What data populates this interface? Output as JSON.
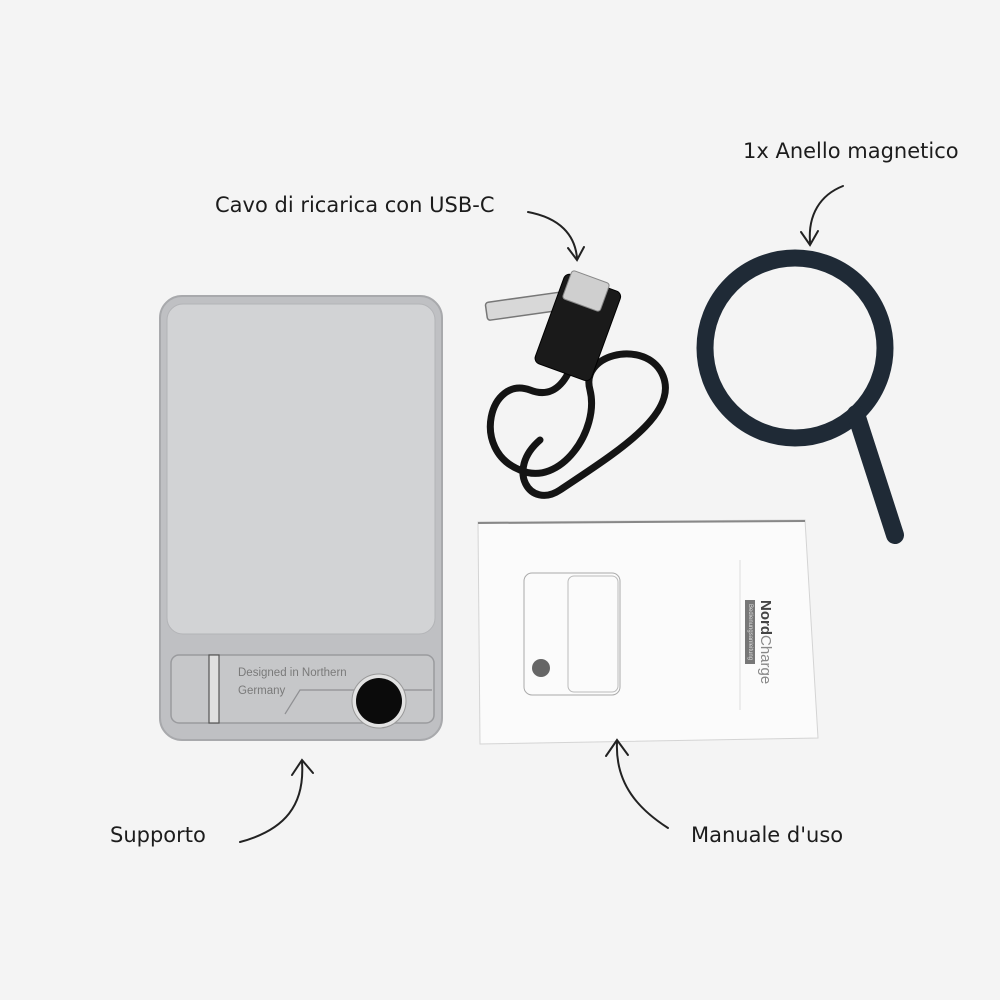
{
  "labels": {
    "cable": "Cavo di ricarica con USB-C",
    "ring": "1x Anello magnetico",
    "stand": "Supporto",
    "manual": "Manuale d'uso"
  },
  "product": {
    "engraving_line1": "Designed in Northern",
    "engraving_line2": "Germany",
    "brand_bold": "Nord",
    "brand_light": "Charge",
    "manual_subtitle": "Bedienungsanleitung"
  },
  "colors": {
    "background": "#f4f4f4",
    "device": "#c9cacc",
    "ring": "#1f2a36",
    "cable": "#151515"
  }
}
